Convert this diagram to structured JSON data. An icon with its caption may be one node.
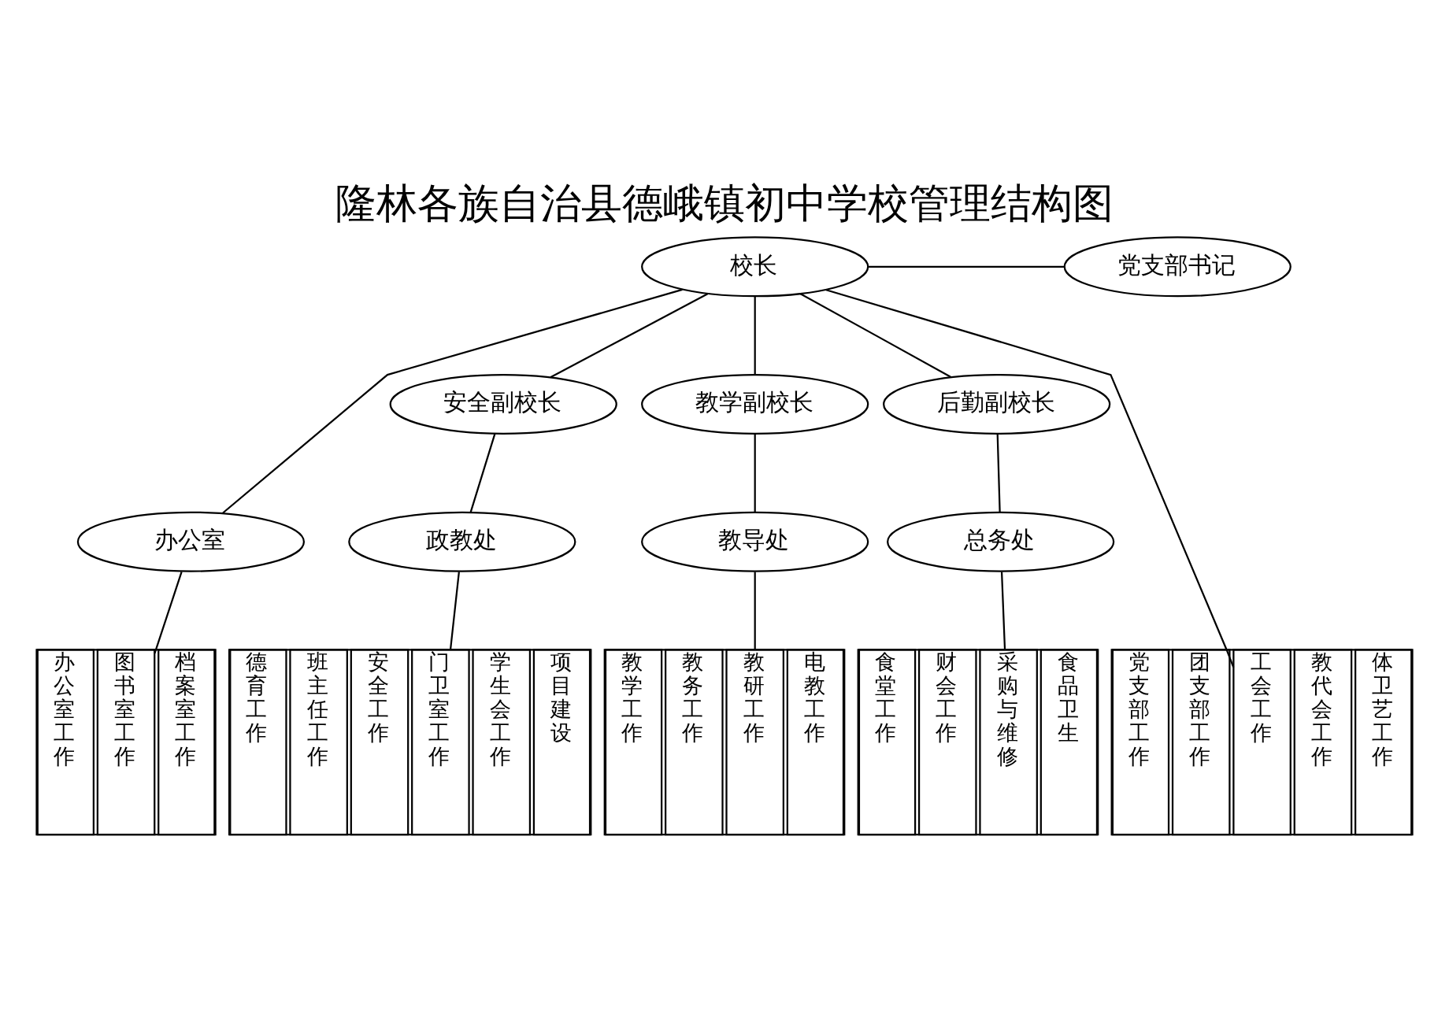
{
  "diagram": {
    "title": "隆林各族自治县德峨镇初中学校管理结构图",
    "nodes": [
      {
        "text": [
          "校长"
        ]
      },
      {
        "text": [
          "党支部书记"
        ]
      },
      {
        "text": [
          "安全副校长"
        ]
      },
      {
        "text": [
          "教学副校长"
        ]
      },
      {
        "text": [
          "后勤副校长"
        ]
      },
      {
        "text": [
          "办公室"
        ]
      },
      {
        "text": [
          "政教处"
        ]
      },
      {
        "text": [
          "教导处"
        ]
      },
      {
        "text": [
          "总务处"
        ]
      },
      {
        "text": [],
        "shape": "box"
      },
      {
        "text": [
          "办公室工作"
        ],
        "in": 9
      },
      {
        "text": [
          "图书室工作"
        ],
        "in": 9
      },
      {
        "text": [
          "档案室工作"
        ],
        "in": 9
      },
      {
        "text": [],
        "shape": "box"
      },
      {
        "text": [
          "德育工作"
        ],
        "in": 13
      },
      {
        "text": [
          "班主任工作"
        ],
        "in": 13
      },
      {
        "text": [
          "安全工作"
        ],
        "in": 13
      },
      {
        "text": [
          "门卫室工作"
        ],
        "in": 13
      },
      {
        "text": [
          "学生会工作"
        ],
        "in": 13
      },
      {
        "text": [
          "项目建设"
        ],
        "in": 13
      },
      {
        "text": [],
        "shape": "box"
      },
      {
        "text": [
          "教学工作"
        ],
        "in": 20
      },
      {
        "text": [
          "教务工作"
        ],
        "in": 20
      },
      {
        "text": [
          "教研工作"
        ],
        "in": 20
      },
      {
        "text": [
          "电教工作"
        ],
        "in": 20
      },
      {
        "text": [],
        "shape": "box"
      },
      {
        "text": [
          "食堂工作"
        ],
        "in": 25
      },
      {
        "text": [
          "财会工作"
        ],
        "in": 25
      },
      {
        "text": [
          "采购与维修"
        ],
        "in": 25
      },
      {
        "text": [
          "食品卫生"
        ],
        "in": 25
      },
      {
        "text": [],
        "shape": "box"
      },
      {
        "text": [
          "党支部工作"
        ],
        "in": 30
      },
      {
        "text": [
          "团支部工作"
        ],
        "in": 30
      },
      {
        "text": [
          "工会工作"
        ],
        "in": 30
      },
      {
        "text": [
          "教代会工作"
        ],
        "in": 30
      },
      {
        "text": [
          "体卫艺工作"
        ],
        "in": 30
      }
    ],
    "edges": [
      {
        "from": 0,
        "to": 1,
        "arrow": "none"
      },
      {
        "from": 0,
        "to": 5,
        "arrow": "none"
      },
      {
        "from": 0,
        "to": 2,
        "arrow": "none"
      },
      {
        "from": 0,
        "to": 3,
        "arrow": "none"
      },
      {
        "from": 0,
        "to": 4,
        "arrow": "none"
      },
      {
        "from": 0,
        "to": 30,
        "arrow": "none"
      },
      {
        "from": 2,
        "to": 6,
        "arrow": "none"
      },
      {
        "from": 3,
        "to": 7,
        "arrow": "none"
      },
      {
        "from": 4,
        "to": 8,
        "arrow": "none"
      },
      {
        "from": 5,
        "to": 9,
        "arrow": "none"
      },
      {
        "from": 6,
        "to": 13,
        "arrow": "none"
      },
      {
        "from": 7,
        "to": 20,
        "arrow": "none"
      },
      {
        "from": 8,
        "to": 25,
        "arrow": "none"
      }
    ]
  }
}
